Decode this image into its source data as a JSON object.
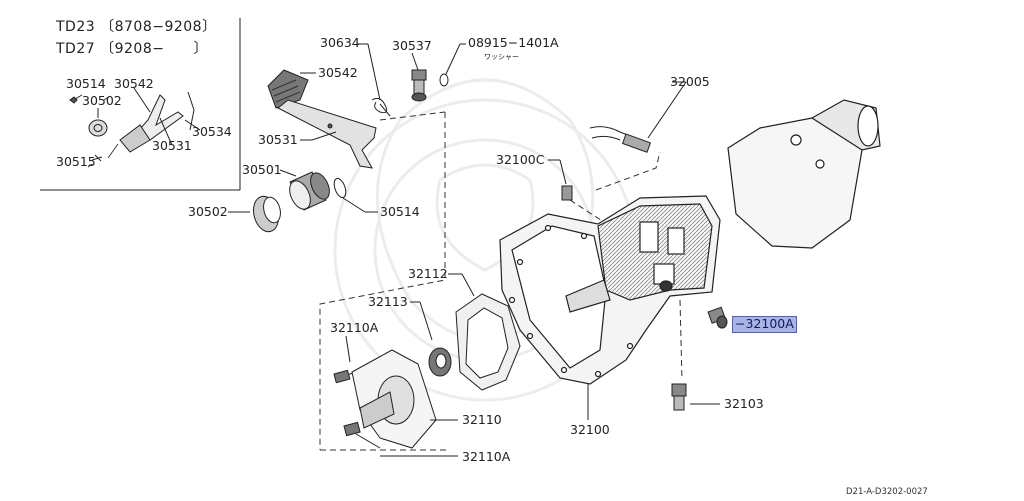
{
  "inset": {
    "line1": "TD23 〔8708−9208〕",
    "line2": "TD27 〔9208−　　〕",
    "parts": [
      "30514",
      "30542",
      "30502",
      "30534",
      "30531",
      "30515"
    ]
  },
  "parts": {
    "p30634": "30634",
    "p30537": "30537",
    "p08915": "08915−1401A",
    "p08915_note": "ワッシャー",
    "p30542": "30542",
    "p30531": "30531",
    "p30501": "30501",
    "p30502": "30502",
    "p30514": "30514",
    "p32005": "32005",
    "p32100C": "32100C",
    "p32112": "32112",
    "p32113": "32113",
    "p32110A_top": "32110A",
    "p32110": "32110",
    "p32110A_bottom": "32110A",
    "p32100": "32100",
    "p32103": "32103",
    "p32100A": "−32100A"
  },
  "highlight_color": "#a9b3e6",
  "diagram_code": "D21-A-D3202-0027"
}
